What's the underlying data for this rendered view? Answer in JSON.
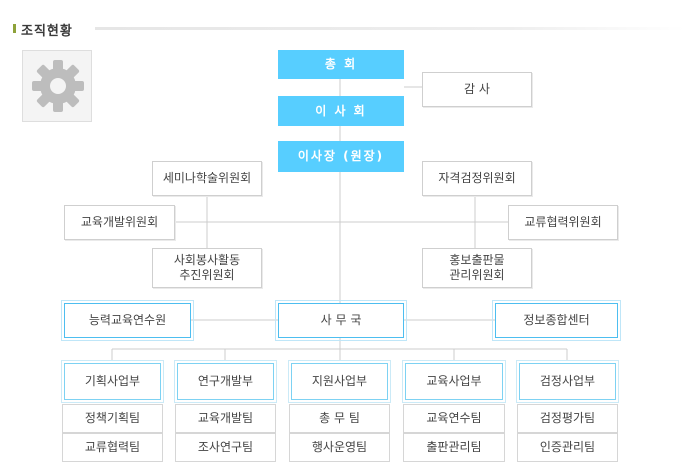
{
  "header": {
    "title": "조직현황",
    "icon": "gear-icon"
  },
  "org": {
    "general_assembly": "총 회",
    "auditor": "감 사",
    "board": "이 사 회",
    "chairman": "이사장 (원장)",
    "committees": {
      "seminar": "세미나학술위원회",
      "certification": "자격검정위원회",
      "education_dev": "교육개발위원회",
      "exchange": "교류협력위원회",
      "social_service": "사회봉사활동\n추진위원회",
      "publicity": "홍보출판물\n관리위원회"
    },
    "capacity_institute": "능력교육연수원",
    "secretariat": "사 무 국",
    "info_center": "정보종합센터",
    "departments": [
      {
        "name": "기획사업부",
        "teams": [
          "정책기획팀",
          "교류협력팀"
        ]
      },
      {
        "name": "연구개발부",
        "teams": [
          "교육개발팀",
          "조사연구팀"
        ]
      },
      {
        "name": "지원사업부",
        "teams": [
          "총 무 팀",
          "행사운영팀"
        ]
      },
      {
        "name": "교육사업부",
        "teams": [
          "교육연수팀",
          "출판관리팀"
        ]
      },
      {
        "name": "검정사업부",
        "teams": [
          "검정평가팀",
          "인증관리팀"
        ]
      }
    ]
  },
  "colors": {
    "accent_blue": "#57ceff",
    "line_gray": "#cccccc",
    "title_bullet": "#8ea23a"
  }
}
